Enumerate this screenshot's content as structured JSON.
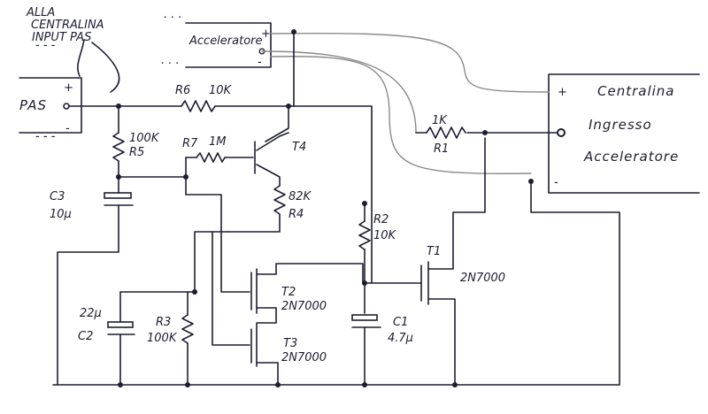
{
  "header_note": {
    "line1": "ALLA",
    "line2": "CENTRALINA",
    "line3": "INPUT PAS"
  },
  "pas": {
    "label": "PAS",
    "plus": "+",
    "minus": "-",
    "dots": "- - -"
  },
  "accel": {
    "label": "Acceleratore",
    "plus": "+",
    "minus": "-",
    "dots": ". . ."
  },
  "centralina": {
    "plus": "+",
    "minus": "-",
    "line1": "Centralina",
    "line2": "Ingresso",
    "line3": "Acceleratore"
  },
  "components": {
    "r6": {
      "name": "R6",
      "value": "10K"
    },
    "r5": {
      "name": "R5",
      "value": "100K"
    },
    "r7": {
      "name": "R7",
      "value": "1M"
    },
    "t4": {
      "name": "T4"
    },
    "r4": {
      "name": "R4",
      "value": "82K"
    },
    "c3": {
      "name": "C3",
      "value": "10µ"
    },
    "r2": {
      "name": "R2",
      "value": "10K"
    },
    "r1": {
      "name": "R1",
      "value": "1K"
    },
    "t1": {
      "name": "T1",
      "part": "2N7000"
    },
    "t2": {
      "name": "T2",
      "part": "2N7000"
    },
    "t3": {
      "name": "T3",
      "part": "2N7000"
    },
    "c2": {
      "name": "C2",
      "value": "22µ"
    },
    "r3": {
      "name": "R3",
      "value": "100K"
    },
    "c1": {
      "name": "C1",
      "value": "4.7µ"
    }
  }
}
